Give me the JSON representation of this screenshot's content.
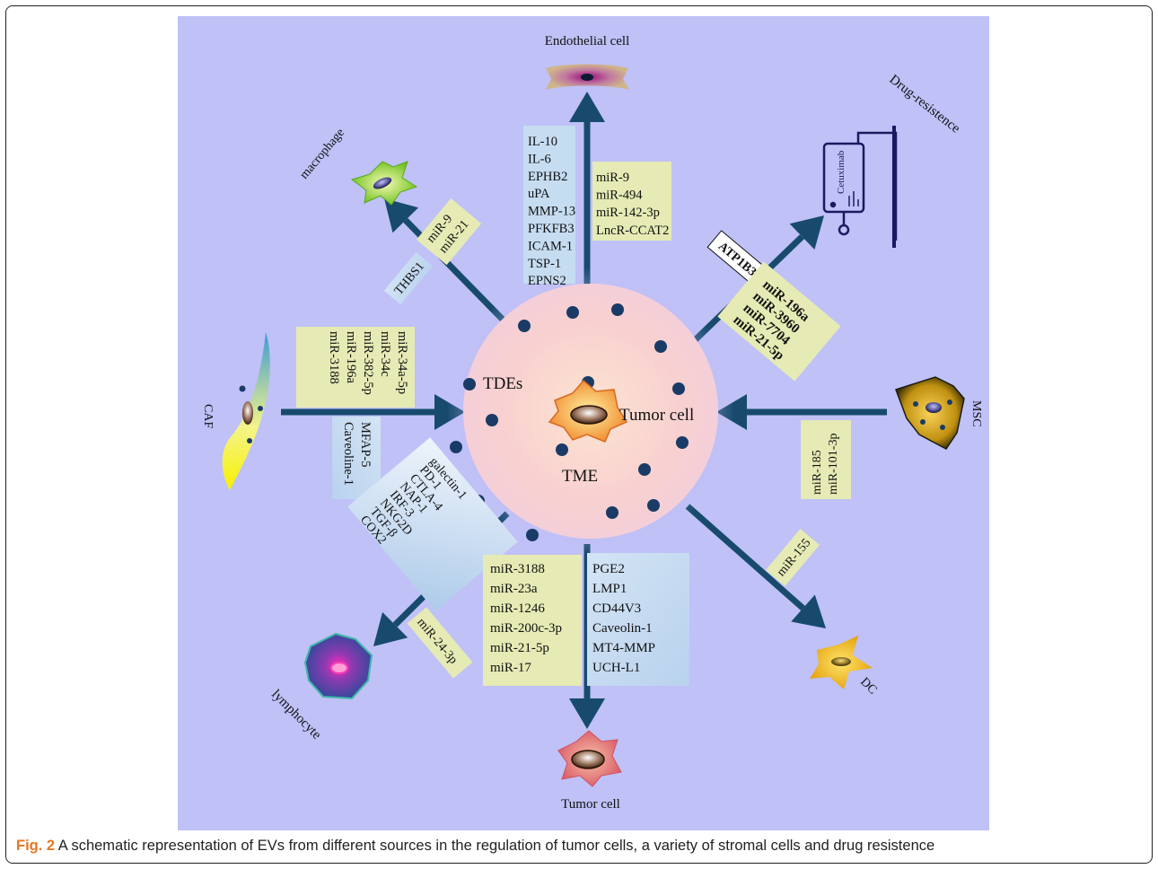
{
  "colors": {
    "background": "#bfc1f7",
    "arrow": "#184a6e",
    "yellow_box": "#e6eab4",
    "blue_box": "#c6dcf1",
    "dot": "#1a3b66",
    "caption_label": "#e87722"
  },
  "center": {
    "tdes_label": "TDEs",
    "tumor_label": "Tumor cell",
    "tme_label": "TME"
  },
  "cells": {
    "endothelial": "Endothelial cell",
    "macrophage": "macrophage",
    "drug": "Drug-resistence",
    "drug_icon_text": "Cetuximab",
    "caf": "CAF",
    "msc": "MSC",
    "lymphocyte": "lymphocyte",
    "dc": "DC",
    "tumor": "Tumor cell"
  },
  "boxes": {
    "endothelial_blue": [
      "IL-10",
      "IL-6",
      "EPHB2",
      "uPA",
      "MMP-13",
      "PFKFB3",
      "ICAM-1",
      "TSP-1",
      "EPNS2"
    ],
    "endothelial_yellow": [
      "miR-9",
      "miR-494",
      "miR-142-3p",
      "LncR-CCAT2"
    ],
    "macrophage_yellow": [
      "miR-9",
      "miR-21"
    ],
    "macrophage_blue": [
      "THBS1"
    ],
    "drug_boxed": "ATP1B3",
    "drug_yellow": [
      "miR-196a",
      "miR-3960",
      "miR-7704",
      "miR-21-5p"
    ],
    "caf_yellow": [
      "miR-34a-5p",
      "miR-34c",
      "miR-382-5p",
      "miR-196a",
      "miR-3188"
    ],
    "caf_blue": [
      "MFAP-5",
      "Caveoline-1"
    ],
    "msc_yellow": [
      "miR-185",
      "miR-101-3p"
    ],
    "lymph_blue": [
      "galectin-1",
      "PD-1",
      "CTLA-4",
      "NAP-1",
      "IRF-3",
      "NKG2D",
      "TGF-β",
      "COX2"
    ],
    "lymph_yellow": [
      "miR-24-3p"
    ],
    "tumor_yellow": [
      "miR-3188",
      "miR-23a",
      "miR-1246",
      "miR-200c-3p",
      "miR-21-5p",
      "miR-17"
    ],
    "tumor_blue": [
      "PGE2",
      "LMP1",
      "CD44V3",
      "Caveolin-1",
      "MT4-MMP",
      "UCH-L1"
    ],
    "dc_yellow": [
      "miR-155"
    ]
  },
  "caption": {
    "label": "Fig. 2",
    "text": " A schematic representation of EVs from different sources in the regulation of tumor cells, a variety of stromal cells and drug resistence"
  }
}
